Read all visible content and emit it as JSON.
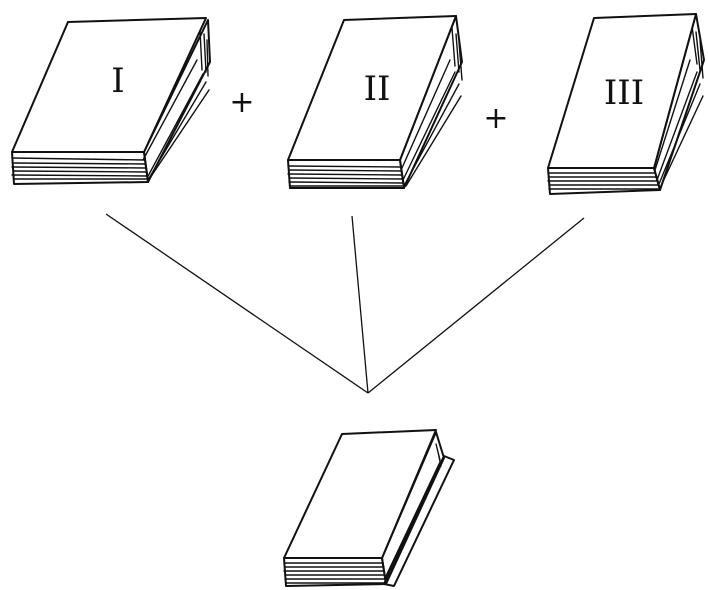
{
  "volumes": [
    {
      "label": "I"
    },
    {
      "label": "II"
    },
    {
      "label": "III"
    }
  ],
  "operators": [
    {
      "symbol": "+"
    },
    {
      "symbol": "+"
    }
  ],
  "colors": {
    "ink": "#111111",
    "paper": "#ffffff"
  }
}
